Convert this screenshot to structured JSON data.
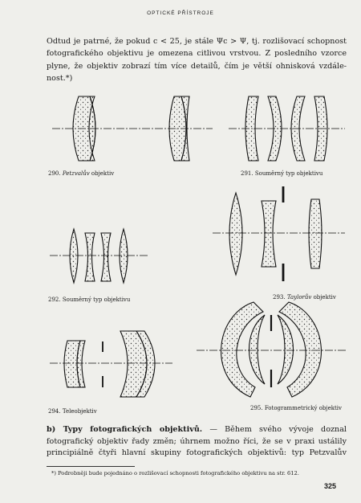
{
  "running_head": "OPTICKÉ PŘÍSTROJE",
  "intro_lines": [
    "Odtud je patrné, že pokud c < 25, je stále Ψc > Ψ, tj. rozlišovací schopnost",
    "fotografického objektivu je omezena citlivou vrstvou. Z posledního vzorce",
    "plyne, že objektiv zobrazí tím více detailů, čím je větší ohnisková vzdále-",
    "nost.*)"
  ],
  "figures": [
    {
      "number": "290.",
      "name": "Petzvalův",
      "suffix": " objektiv"
    },
    {
      "number": "291.",
      "name": "Souměrný typ objektivu",
      "suffix": ""
    },
    {
      "number": "292.",
      "name": "Souměrný typ objektivu",
      "suffix": ""
    },
    {
      "number": "293.",
      "name": "Taylorův",
      "suffix": " objektiv"
    },
    {
      "number": "294.",
      "name": "Teleobjektiv",
      "suffix": ""
    },
    {
      "number": "295.",
      "name": "Fotogrammetrický objektiv",
      "suffix": ""
    }
  ],
  "section": {
    "label": "b) Typy fotografických objektivů.",
    "lines_after": [
      " — Během svého vývoje doznal",
      "fotografický objektiv řady změn; úhrnem možno říci, že se v praxi ustálily",
      "principiálně čtyři hlavní skupiny fotografických objektivů: typ Petzvalův"
    ]
  },
  "footnote": "*) Podrobněji bude pojednáno o rozlišovací schopnosti fotografického objektivu na str. 612.",
  "page_number": "325"
}
